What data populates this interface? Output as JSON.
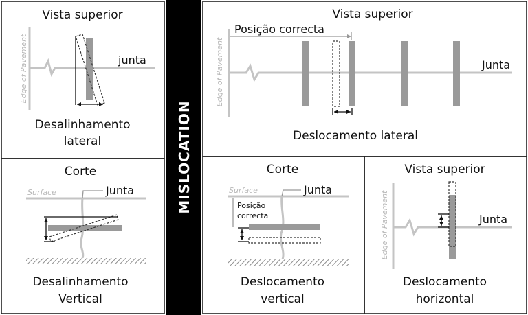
{
  "banner": "MISLOCATION",
  "panels": {
    "top_left": {
      "title": "Vista superior",
      "edge": "Edge of Pavement",
      "joint": "junta",
      "caption_1": "Desalinhamento",
      "caption_2": "lateral"
    },
    "mid_left": {
      "title": "Corte",
      "surface": "Surface",
      "joint": "Junta",
      "caption_1": "Desalinhamento",
      "caption_2": "Vertical"
    },
    "top_right": {
      "title": "Vista superior",
      "edge": "Edge of Pavement",
      "correct_position": "Posição correcta",
      "joint": "Junta",
      "caption": "Deslocamento lateral"
    },
    "bottom_mid": {
      "title": "Corte",
      "surface": "Surface",
      "joint": "Junta",
      "correct_1": "Posição",
      "correct_2": "correcta",
      "caption_1": "Deslocamento",
      "caption_2": "vertical"
    },
    "bottom_right": {
      "title": "Vista superior",
      "edge": "Edge of Pavement",
      "joint": "Junta",
      "caption_1": "Deslocamento",
      "caption_2": "horizontal"
    }
  }
}
